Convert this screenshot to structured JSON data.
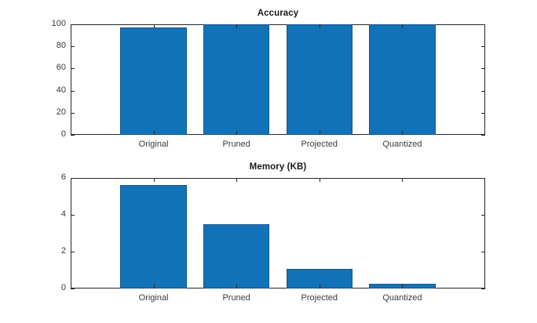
{
  "figure": {
    "background": "#ffffff",
    "bar_color": "#1272b8",
    "bar_edge_color": "#14568f",
    "axis_color": "#262626",
    "tick_label_color": "#3b3b3b",
    "title_color": "#1a1a1a"
  },
  "chart_data": [
    {
      "type": "bar",
      "title": "Accuracy",
      "xlabel": "",
      "ylabel": "",
      "categories": [
        "Original",
        "Pruned",
        "Projected",
        "Quantized"
      ],
      "values": [
        97,
        100,
        100,
        100
      ],
      "ylim": [
        0,
        100
      ],
      "yticks": [
        0,
        20,
        40,
        60,
        80,
        100
      ],
      "ytick_labels": [
        "0",
        "20",
        "40",
        "60",
        "80",
        "100"
      ],
      "grid": false,
      "legend": null
    },
    {
      "type": "bar",
      "title": "Memory (KB)",
      "xlabel": "",
      "ylabel": "",
      "categories": [
        "Original",
        "Pruned",
        "Projected",
        "Quantized"
      ],
      "values": [
        5.6,
        3.5,
        1.05,
        0.25
      ],
      "ylim": [
        0,
        6
      ],
      "yticks": [
        0,
        2,
        4,
        6
      ],
      "ytick_labels": [
        "0",
        "2",
        "4",
        "6"
      ],
      "grid": false,
      "legend": null
    }
  ]
}
